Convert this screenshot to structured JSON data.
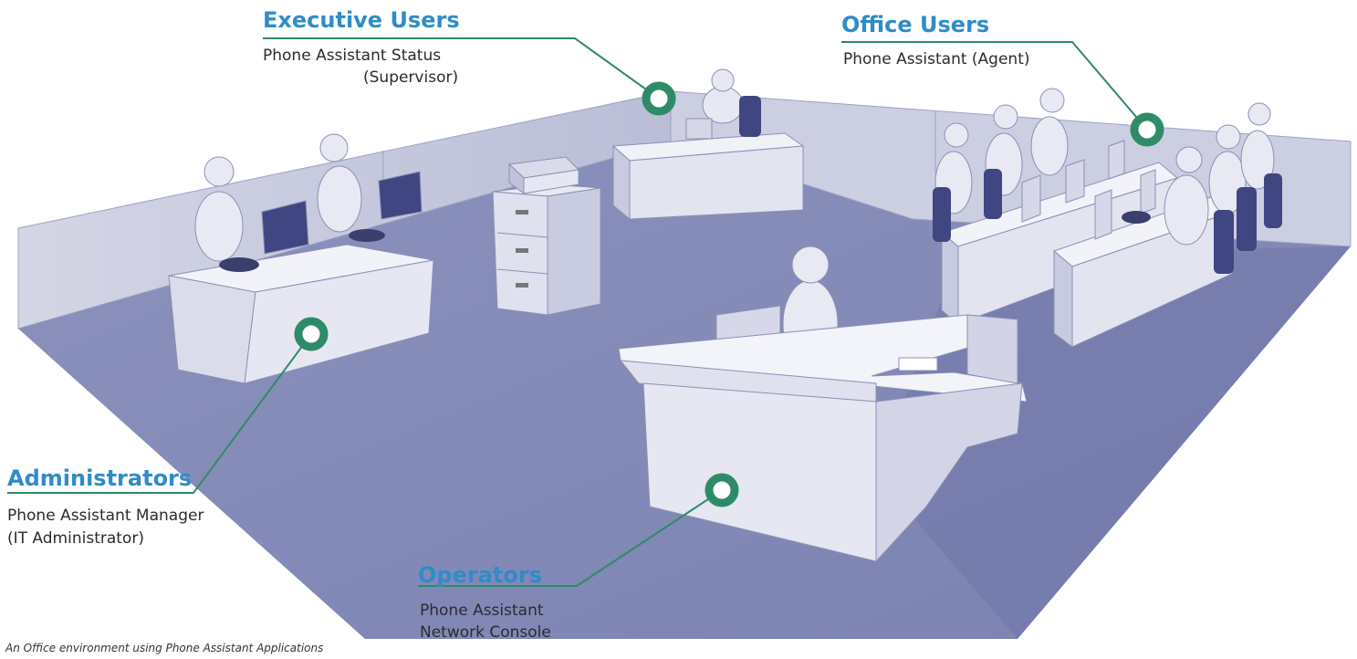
{
  "labels": {
    "executive": {
      "title": "Executive Users",
      "line1": "Phone Assistant Status",
      "line2": "(Supervisor)"
    },
    "office": {
      "title": "Office Users",
      "line1": "Phone Assistant (Agent)"
    },
    "administrators": {
      "title": "Administrators",
      "line1": "Phone Assistant Manager",
      "line2": "(IT Administrator)"
    },
    "operators": {
      "title": "Operators",
      "line1": "Phone Assistant",
      "line2": "Network Console"
    }
  },
  "caption": "An Office environment using Phone Assistant Applications",
  "colors": {
    "title": "#2f8cc6",
    "leader": "#2e8b68",
    "marker": "#2e8b68",
    "floor": "#7f86b4",
    "wall": "#c9cce0",
    "furniture": "#e8e9f3"
  }
}
